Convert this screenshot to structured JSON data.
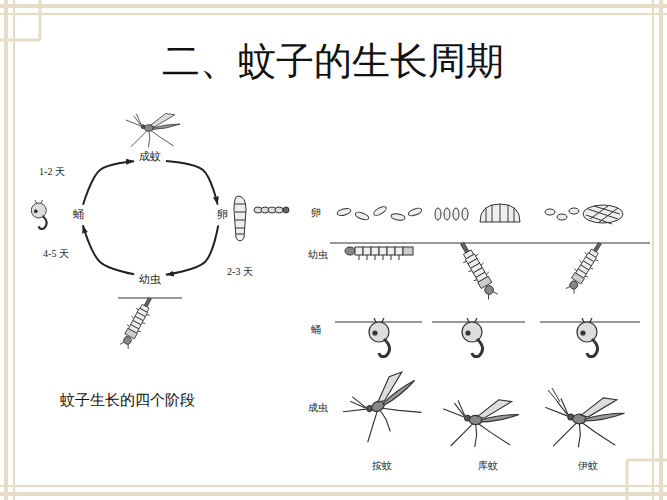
{
  "diagram": {
    "title": "二、蚊子的生长周期",
    "caption": "蚊子生长的四个阶段",
    "nodes": [
      {
        "text": [
          "成蚊"
        ]
      },
      {
        "text": [
          "卵"
        ]
      },
      {
        "text": [
          "幼虫"
        ]
      },
      {
        "text": [
          "蛹"
        ]
      }
    ],
    "edges": [
      {
        "from": 0,
        "to": 1,
        "arrow": "to"
      },
      {
        "from": 1,
        "to": 2,
        "arrow": "to",
        "label": "2-3 天"
      },
      {
        "from": 2,
        "to": 3,
        "arrow": "to",
        "label": "4-5 天"
      },
      {
        "from": 3,
        "to": 0,
        "arrow": "to",
        "label": "1-2 天"
      }
    ],
    "labels": [
      "卵",
      "幼虫",
      "蛹",
      "成虫",
      "按蚊",
      "库蚊",
      "伊蚊"
    ]
  }
}
